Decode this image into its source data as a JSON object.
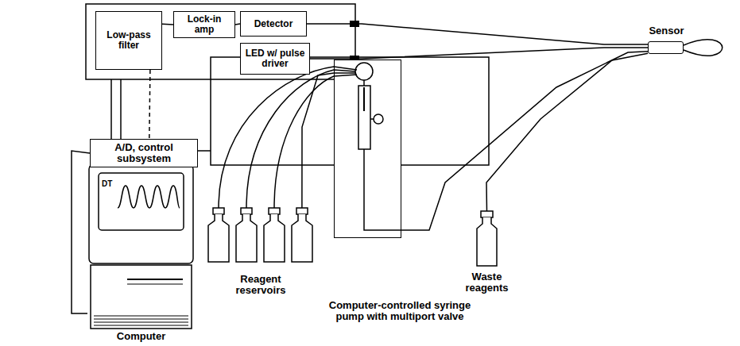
{
  "diagram": {
    "nodes": [
      {
        "text": [
          "Low-pass filter"
        ]
      },
      {
        "text": [
          "Lock-in amp"
        ]
      },
      {
        "text": [
          "Detector"
        ]
      },
      {
        "text": [
          "LED w/ pulse driver"
        ]
      },
      {
        "text": [
          "A/D, control subsystem"
        ]
      },
      {
        "text": [
          "Computer"
        ]
      },
      {
        "text": [
          "Reagent reservoirs"
        ]
      },
      {
        "text": [
          "Computer-controlled syringe pump with multiport valve"
        ]
      },
      {
        "text": [
          "Sensor"
        ]
      },
      {
        "text": [
          "Waste reagents"
        ]
      }
    ],
    "edges": [
      {
        "from": 0,
        "to": 1,
        "arrow": "none"
      },
      {
        "from": 1,
        "to": 2,
        "arrow": "none"
      },
      {
        "from": 0,
        "to": 4,
        "arrow": "none"
      },
      {
        "from": 4,
        "to": 5,
        "arrow": "none"
      },
      {
        "from": 2,
        "to": 8,
        "arrow": "none"
      },
      {
        "from": 3,
        "to": 8,
        "arrow": "none"
      },
      {
        "from": 6,
        "to": 7,
        "arrow": "none"
      },
      {
        "from": 7,
        "to": 8,
        "arrow": "none"
      },
      {
        "from": 8,
        "to": 9,
        "arrow": "none"
      }
    ],
    "labels": [
      "DT"
    ]
  }
}
